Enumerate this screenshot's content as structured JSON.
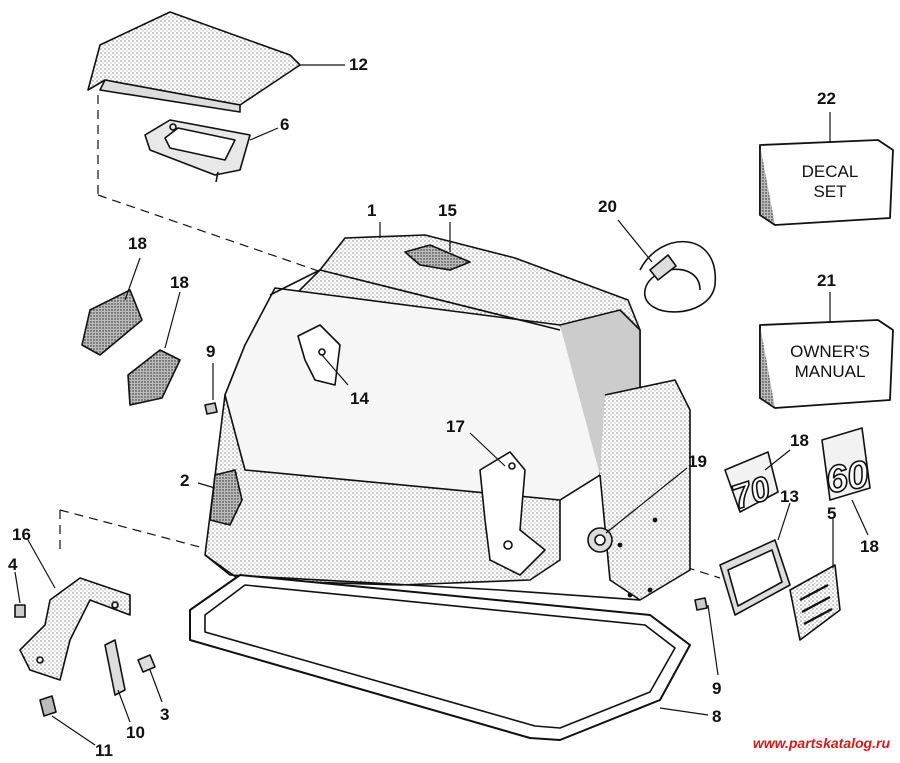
{
  "diagram": {
    "callouts": [
      {
        "id": "c1",
        "text": "1"
      },
      {
        "id": "c2",
        "text": "2"
      },
      {
        "id": "c3",
        "text": "3"
      },
      {
        "id": "c4",
        "text": "4"
      },
      {
        "id": "c5",
        "text": "5"
      },
      {
        "id": "c6",
        "text": "6"
      },
      {
        "id": "c8",
        "text": "8"
      },
      {
        "id": "c9a",
        "text": "9"
      },
      {
        "id": "c9b",
        "text": "9"
      },
      {
        "id": "c10",
        "text": "10"
      },
      {
        "id": "c11",
        "text": "11"
      },
      {
        "id": "c12",
        "text": "12"
      },
      {
        "id": "c13",
        "text": "13"
      },
      {
        "id": "c14",
        "text": "14"
      },
      {
        "id": "c15",
        "text": "15"
      },
      {
        "id": "c16",
        "text": "16"
      },
      {
        "id": "c17",
        "text": "17"
      },
      {
        "id": "c18a",
        "text": "18"
      },
      {
        "id": "c18b",
        "text": "18"
      },
      {
        "id": "c18c",
        "text": "18"
      },
      {
        "id": "c18d",
        "text": "18"
      },
      {
        "id": "c19",
        "text": "19"
      },
      {
        "id": "c20",
        "text": "20"
      },
      {
        "id": "c21",
        "text": "21"
      },
      {
        "id": "c22",
        "text": "22"
      }
    ],
    "decal_box": {
      "line1": "DECAL",
      "line2": "SET"
    },
    "manual_box": {
      "line1": "OWNER'S",
      "line2": "MANUAL"
    },
    "badges": {
      "seventy": "70",
      "sixty": "60"
    }
  },
  "watermark": "www.partskatalog.ru"
}
